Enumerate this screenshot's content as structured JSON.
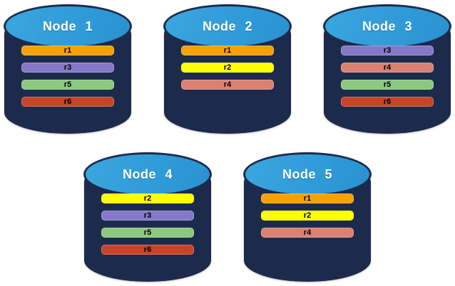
{
  "diagram": {
    "description": "Five database nodes with replicated partitions",
    "nodes": [
      {
        "label": "Node 1",
        "row": 1,
        "replicas": [
          "r1",
          "r3",
          "r5",
          "r6"
        ]
      },
      {
        "label": "Node 2",
        "row": 1,
        "replicas": [
          "r1",
          "r2",
          "r4"
        ]
      },
      {
        "label": "Node 3",
        "row": 1,
        "replicas": [
          "r3",
          "r4",
          "r5",
          "r6"
        ]
      },
      {
        "label": "Node 4",
        "row": 2,
        "replicas": [
          "r2",
          "r3",
          "r5",
          "r6"
        ]
      },
      {
        "label": "Node 5",
        "row": 2,
        "replicas": [
          "r1",
          "r2",
          "r4"
        ]
      }
    ],
    "replica_colors": {
      "r1": "#F9A103",
      "r2": "#FFFF00",
      "r3": "#8678C8",
      "r4": "#DA8171",
      "r5": "#8CC87E",
      "r6": "#C8432A"
    },
    "node_colors": {
      "body": "#1C2B4C",
      "top": "#2F9CD9",
      "title_text": "#FFFFFF",
      "replica_text": "#000000"
    },
    "background": "#FFFFFF"
  }
}
